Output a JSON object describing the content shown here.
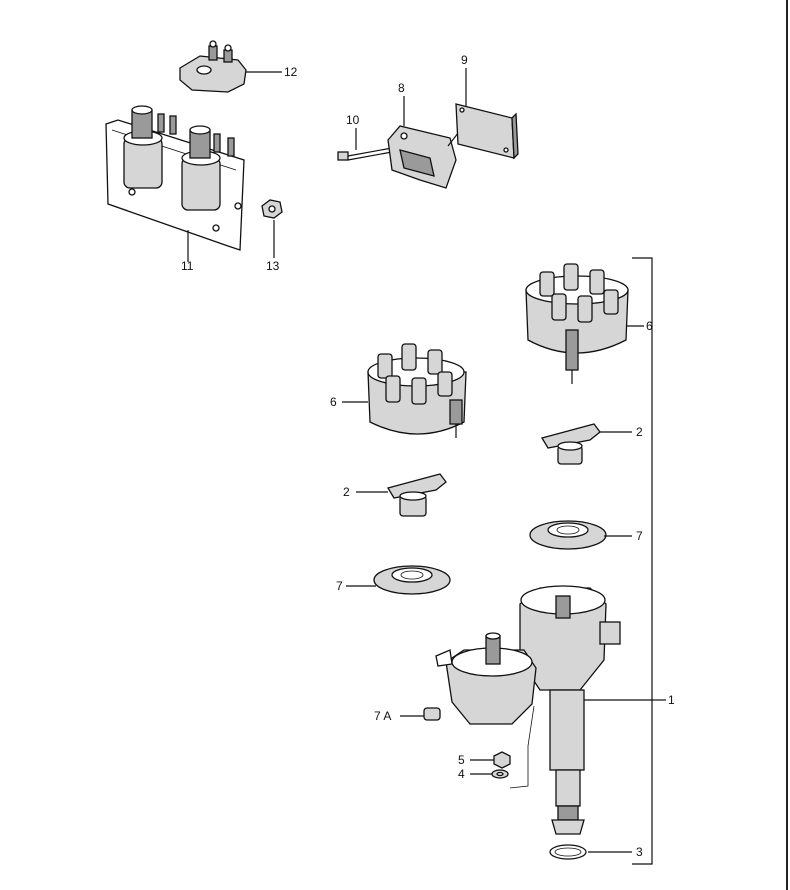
{
  "labels": {
    "l12": "12",
    "l9": "9",
    "l8": "8",
    "l10": "10",
    "l11": "11",
    "l13": "13",
    "l6a": "6",
    "l6b": "6",
    "l2a": "2",
    "l2b": "2",
    "l7a": "7",
    "l7b": "7",
    "l1": "1",
    "l7A": "7 A",
    "l5": "5",
    "l4": "4",
    "l3": "3"
  }
}
